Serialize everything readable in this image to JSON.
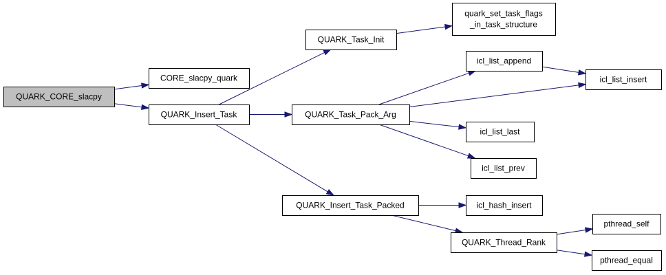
{
  "graph": {
    "colors": {
      "edge": "#191970",
      "root_fill": "#bfbfbf",
      "node_fill": "#ffffff",
      "border": "#000000"
    },
    "nodes": {
      "quark_core_slacpy": [
        "QUARK_CORE_slacpy"
      ],
      "core_slacpy_quark": [
        "CORE_slacpy_quark"
      ],
      "quark_insert_task": [
        "QUARK_Insert_Task"
      ],
      "quark_task_init": [
        "QUARK_Task_Init"
      ],
      "quark_set_task_flags": [
        "quark_set_task_flags",
        "_in_task_structure"
      ],
      "quark_task_pack_arg": [
        "QUARK_Task_Pack_Arg"
      ],
      "icl_list_append": [
        "icl_list_append"
      ],
      "icl_list_insert": [
        "icl_list_insert"
      ],
      "icl_list_last": [
        "icl_list_last"
      ],
      "icl_list_prev": [
        "icl_list_prev"
      ],
      "quark_insert_task_packed": [
        "QUARK_Insert_Task_Packed"
      ],
      "icl_hash_insert": [
        "icl_hash_insert"
      ],
      "quark_thread_rank": [
        "QUARK_Thread_Rank"
      ],
      "pthread_self": [
        "pthread_self"
      ],
      "pthread_equal": [
        "pthread_equal"
      ]
    },
    "edges": [
      [
        "quark_core_slacpy",
        "core_slacpy_quark"
      ],
      [
        "quark_core_slacpy",
        "quark_insert_task"
      ],
      [
        "quark_insert_task",
        "quark_task_init"
      ],
      [
        "quark_insert_task",
        "quark_task_pack_arg"
      ],
      [
        "quark_insert_task",
        "quark_insert_task_packed"
      ],
      [
        "quark_task_init",
        "quark_set_task_flags"
      ],
      [
        "quark_task_pack_arg",
        "icl_list_append"
      ],
      [
        "quark_task_pack_arg",
        "icl_list_insert"
      ],
      [
        "quark_task_pack_arg",
        "icl_list_last"
      ],
      [
        "quark_task_pack_arg",
        "icl_list_prev"
      ],
      [
        "icl_list_append",
        "icl_list_insert"
      ],
      [
        "quark_insert_task_packed",
        "icl_hash_insert"
      ],
      [
        "quark_insert_task_packed",
        "quark_thread_rank"
      ],
      [
        "quark_thread_rank",
        "pthread_self"
      ],
      [
        "quark_thread_rank",
        "pthread_equal"
      ]
    ]
  }
}
